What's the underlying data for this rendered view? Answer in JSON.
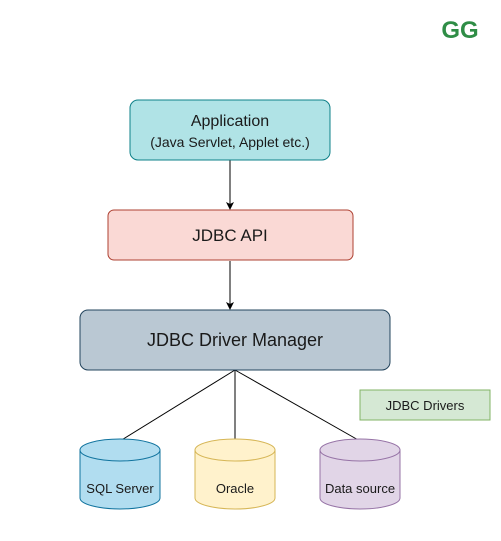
{
  "logo": {
    "text": "GG",
    "color": "#2f8d46"
  },
  "nodes": {
    "application": {
      "line1": "Application",
      "line2": "(Java Servlet, Applet etc.)",
      "fill": "#b0e3e6",
      "stroke": "#0e8088"
    },
    "jdbc_api": {
      "label": "JDBC API",
      "fill": "#fad9d5",
      "stroke": "#ae4132"
    },
    "driver_manager": {
      "label": "JDBC Driver Manager",
      "fill": "#bac8d3",
      "stroke": "#23445d"
    },
    "drivers_legend": {
      "label": "JDBC Drivers",
      "fill": "#d5e8d4",
      "stroke": "#82b366"
    }
  },
  "databases": [
    {
      "label": "SQL Server",
      "fill": "#b1ddf0",
      "stroke": "#10739e"
    },
    {
      "label": "Oracle",
      "fill": "#fff2cc",
      "stroke": "#d6b656"
    },
    {
      "label": "Data source",
      "fill": "#e1d5e7",
      "stroke": "#9673a6"
    }
  ],
  "edge_color": "#000000"
}
